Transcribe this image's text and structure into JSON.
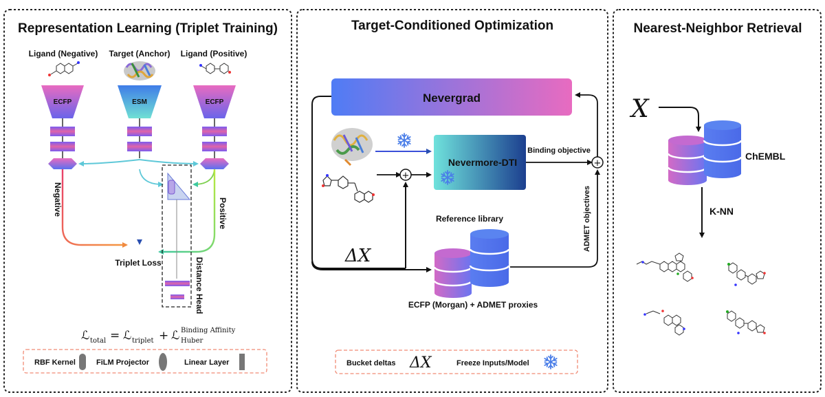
{
  "panels": {
    "left": {
      "title": "Representation Learning (Triplet Training)",
      "ligand_negative": "Ligand (Negative)",
      "target_anchor": "Target (Anchor)",
      "ligand_positive": "Ligand (Positive)",
      "encoder_left": "ECFP",
      "encoder_mid": "ESM",
      "encoder_right": "ECFP",
      "negative": "Negative",
      "positive": "Positive",
      "triplet_loss": "Triplet Loss",
      "distance_head": "Distance Head",
      "equation": {
        "lhs": "ℒ",
        "lhs_sub": "total",
        "eq": "=",
        "t1": "ℒ",
        "t1_sub": "triplet",
        "plus": "+",
        "t2": "ℒ",
        "t2_sup": "Binding Affinity",
        "t2_sub": "Huber"
      },
      "legend": {
        "rbf": "RBF Kernel",
        "film": "FiLM Projector",
        "linear": "Linear Layer"
      }
    },
    "middle": {
      "title": "Target-Conditioned Optimization",
      "nevergrad": "Nevergrad",
      "nevermore": "Nevermore-DTI",
      "binding_objective": "Binding objective",
      "admet_objectives": "ADMET objectives",
      "reference_library": "Reference library",
      "delta_x": "ΔX",
      "ecfp_proxies": "ECFP (Morgan) + ADMET proxies",
      "legend": {
        "bucket_deltas": "Bucket deltas",
        "delta_x": "ΔX",
        "freeze": "Freeze Inputs/Model"
      }
    },
    "right": {
      "title": "Nearest-Neighbor Retrieval",
      "x_symbol": "X",
      "chembl": "ChEMBL",
      "knn": "K-NN"
    }
  },
  "colors": {
    "gradient_start": "#4f7cf5",
    "gradient_end": "#e86bc0",
    "teal": "#5fd6d8",
    "navy": "#1c3f8f",
    "negative_arrow": "#f06040",
    "positive_arrow": "#7ed050",
    "legend_border": "#f08a74",
    "snowflake": "#4a7ee8"
  },
  "icons": [
    "snowflake-icon",
    "sum-node-icon",
    "database-icon",
    "protein-structure-icon",
    "molecule-icon"
  ]
}
